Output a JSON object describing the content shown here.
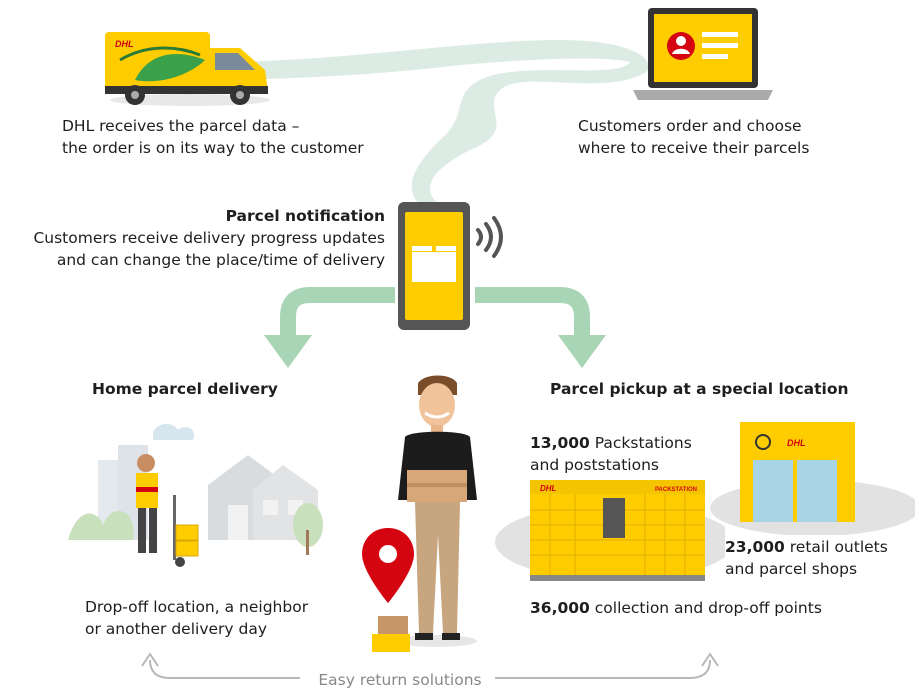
{
  "colors": {
    "dhl_yellow": "#FFCC00",
    "dhl_red": "#D40511",
    "arrow_green": "#A8D5B5",
    "road_green": "#DCEBE3",
    "return_gray": "#B8B8B8"
  },
  "steps": {
    "dhl_receives": {
      "line1": "DHL receives the parcel data –",
      "line2": "the order is on its way to the customer"
    },
    "customers_order": {
      "line1": "Customers order and choose",
      "line2": "where to receive their parcels"
    },
    "notification": {
      "title": "Parcel notification",
      "line1": "Customers receive delivery progress updates",
      "line2": "and can change the place/time of delivery"
    }
  },
  "home": {
    "title": "Home parcel delivery",
    "line1": "Drop-off location, a neighbor",
    "line2": "or another delivery day"
  },
  "pickup": {
    "title": "Parcel pickup at a special location",
    "packstations_count": "13,000",
    "packstations_line1": " Packstations",
    "packstations_line2": "and poststations",
    "retail_count": "23,000",
    "retail_line1": " retail outlets",
    "retail_line2": "and parcel shops",
    "points_count": "36,000",
    "points_text": " collection and drop-off points"
  },
  "returns": {
    "label": "Easy return solutions"
  },
  "logos": {
    "van_logo": "DHL",
    "locker_logo": "DHL",
    "locker_brand": "PACKSTATION",
    "shop_logo": "DHL"
  },
  "icons": [
    "van-icon",
    "laptop-icon",
    "phone-icon",
    "signal-icon",
    "courier-illustration",
    "customer-illustration",
    "location-pin-icon",
    "packstation-illustration",
    "parcel-shop-illustration"
  ]
}
